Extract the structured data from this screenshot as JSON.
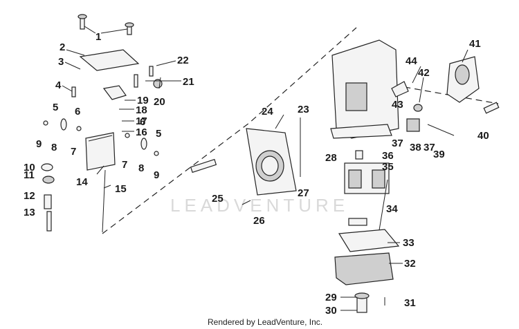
{
  "diagram": {
    "watermark": "LEADVENTURE",
    "footer": "Rendered by LeadVenture, Inc.",
    "callouts": [
      "1",
      "2",
      "3",
      "4",
      "5",
      "6",
      "7",
      "8",
      "9",
      "10",
      "11",
      "12",
      "13",
      "14",
      "15",
      "16",
      "17",
      "18",
      "19",
      "20",
      "21",
      "22",
      "23",
      "24",
      "25",
      "26",
      "27",
      "28",
      "29",
      "30",
      "31",
      "32",
      "33",
      "34",
      "35",
      "36",
      "37",
      "38",
      "39",
      "40",
      "41",
      "42",
      "43",
      "44"
    ]
  }
}
